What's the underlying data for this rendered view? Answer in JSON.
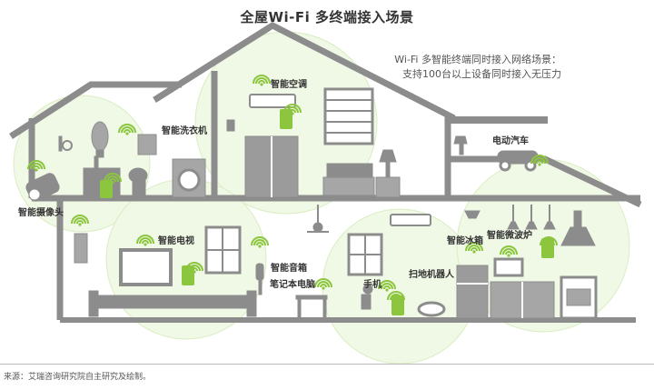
{
  "title": "全屋Wi-Fi 多终端接入场景",
  "subtitle": {
    "line1": "Wi-Fi 多智能终端同时接入网络场景：",
    "line2": "支持100台以上设备同时接入无压力"
  },
  "devices": {
    "camera": "智能摄像头",
    "washer": "智能洗衣机",
    "aircon": "智能空调",
    "car": "电动汽车",
    "tv": "智能电视",
    "speaker": "智能音箱",
    "laptop": "笔记本电脑",
    "phone": "手机",
    "robot": "扫地机器人",
    "fridge": "智能冰箱",
    "microwave": "智能微波炉"
  },
  "source": "来源：艾瑞咨询研究院自主研究及绘制。",
  "colors": {
    "house_gray": "#8c8c8c",
    "wifi_green": "#8cc63f",
    "circle_fill": "#eef7e2",
    "circle_stroke": "#d5eab8"
  }
}
